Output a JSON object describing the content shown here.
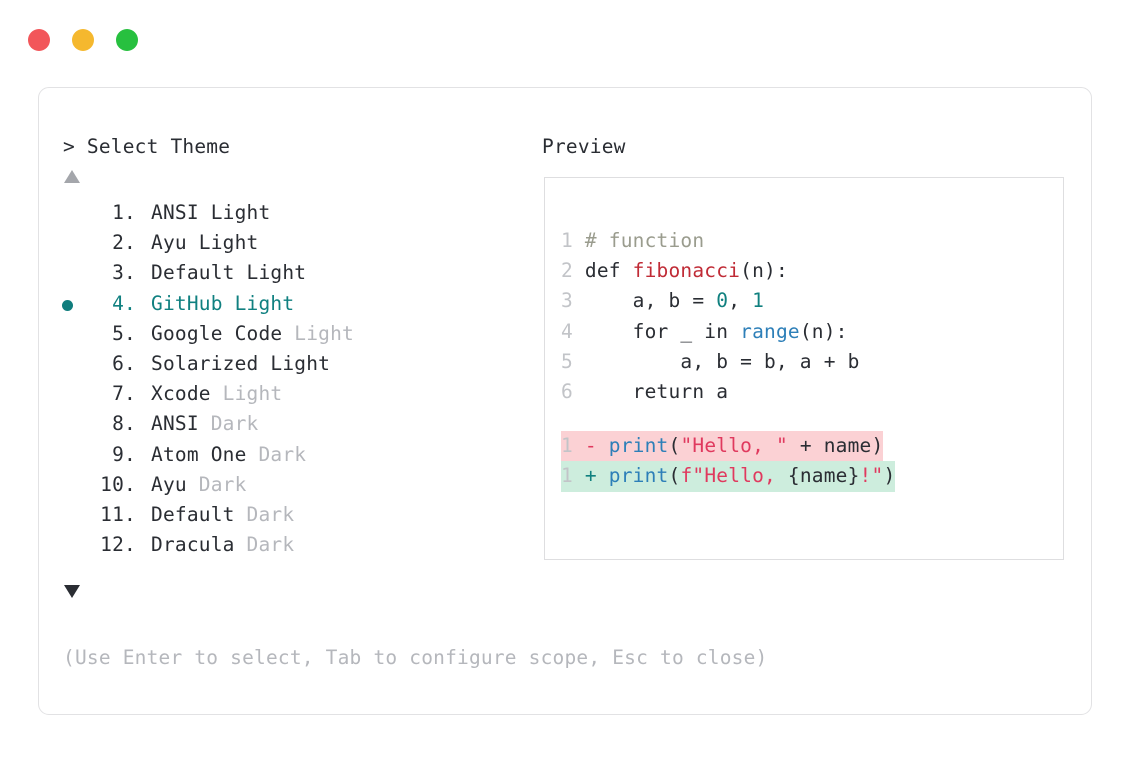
{
  "window": {
    "traffic_lights": [
      {
        "name": "close-button",
        "color": "#f2565a"
      },
      {
        "name": "minimize-button",
        "color": "#f5b82e"
      },
      {
        "name": "maximize-button",
        "color": "#27c03f"
      }
    ]
  },
  "prompt": {
    "header": "> Select Theme",
    "scroll_up_indicator": "▲",
    "scroll_down_indicator": "▼",
    "selected_index": 4,
    "hint": "(Use Enter to select, Tab to configure scope, Esc to close)"
  },
  "themes": [
    {
      "num": "1.",
      "name": "ANSI",
      "suffix": "Light",
      "suffix_dim": false,
      "selected": false
    },
    {
      "num": "2.",
      "name": "Ayu",
      "suffix": "Light",
      "suffix_dim": false,
      "selected": false
    },
    {
      "num": "3.",
      "name": "Default",
      "suffix": "Light",
      "suffix_dim": false,
      "selected": false
    },
    {
      "num": "4.",
      "name": "GitHub",
      "suffix": "Light",
      "suffix_dim": false,
      "selected": true
    },
    {
      "num": "5.",
      "name": "Google Code",
      "suffix": "Light",
      "suffix_dim": true,
      "selected": false
    },
    {
      "num": "6.",
      "name": "Solarized",
      "suffix": "Light",
      "suffix_dim": false,
      "selected": false
    },
    {
      "num": "7.",
      "name": "Xcode",
      "suffix": "Light",
      "suffix_dim": true,
      "selected": false
    },
    {
      "num": "8.",
      "name": "ANSI",
      "suffix": "Dark",
      "suffix_dim": true,
      "selected": false
    },
    {
      "num": "9.",
      "name": "Atom One",
      "suffix": "Dark",
      "suffix_dim": true,
      "selected": false
    },
    {
      "num": "10.",
      "name": "Ayu",
      "suffix": "Dark",
      "suffix_dim": true,
      "selected": false
    },
    {
      "num": "11.",
      "name": "Default",
      "suffix": "Dark",
      "suffix_dim": true,
      "selected": false
    },
    {
      "num": "12.",
      "name": "Dracula",
      "suffix": "Dark",
      "suffix_dim": true,
      "selected": false
    }
  ],
  "preview": {
    "header": "Preview",
    "code_lines": [
      {
        "lineno": "1",
        "tokens": [
          {
            "t": "# function",
            "c": "tok-cmt"
          }
        ]
      },
      {
        "lineno": "2",
        "tokens": [
          {
            "t": "def ",
            "c": "tok-kw"
          },
          {
            "t": "fibonacci",
            "c": "tok-fn"
          },
          {
            "t": "(n):",
            "c": "tok-plain"
          }
        ]
      },
      {
        "lineno": "3",
        "tokens": [
          {
            "t": "    a, b = ",
            "c": "tok-plain"
          },
          {
            "t": "0",
            "c": "tok-num"
          },
          {
            "t": ", ",
            "c": "tok-plain"
          },
          {
            "t": "1",
            "c": "tok-num"
          }
        ]
      },
      {
        "lineno": "4",
        "tokens": [
          {
            "t": "    for _ in ",
            "c": "tok-plain"
          },
          {
            "t": "range",
            "c": "tok-bi"
          },
          {
            "t": "(n):",
            "c": "tok-plain"
          }
        ]
      },
      {
        "lineno": "5",
        "tokens": [
          {
            "t": "        a, b = b, a + b",
            "c": "tok-plain"
          }
        ]
      },
      {
        "lineno": "6",
        "tokens": [
          {
            "t": "    return a",
            "c": "tok-plain"
          }
        ]
      }
    ],
    "diff_lines": [
      {
        "lineno": "1",
        "sign": "-",
        "kind": "del",
        "tokens": [
          {
            "t": "print",
            "c": "tok-fnc"
          },
          {
            "t": "(",
            "c": "tok-plain"
          },
          {
            "t": "\"Hello, \"",
            "c": "tok-str"
          },
          {
            "t": " + name)",
            "c": "tok-plain"
          }
        ]
      },
      {
        "lineno": "1",
        "sign": "+",
        "kind": "add",
        "tokens": [
          {
            "t": "print",
            "c": "tok-fnc"
          },
          {
            "t": "(",
            "c": "tok-plain"
          },
          {
            "t": "f\"Hello, ",
            "c": "tok-str"
          },
          {
            "t": "{name}",
            "c": "tok-plain"
          },
          {
            "t": "!\"",
            "c": "tok-str"
          },
          {
            "t": ")",
            "c": "tok-plain"
          }
        ]
      }
    ]
  },
  "colors": {
    "accent_teal": "#108080",
    "fn_red": "#c02b36",
    "builtin_blue": "#2d7fb8",
    "string_pink": "#e0395e",
    "diff_del_bg": "#fbd1d4",
    "diff_add_bg": "#cdeddd",
    "dim_gray": "#b5b7bc",
    "text": "#2a2d33",
    "border": "#e2e2e4"
  }
}
